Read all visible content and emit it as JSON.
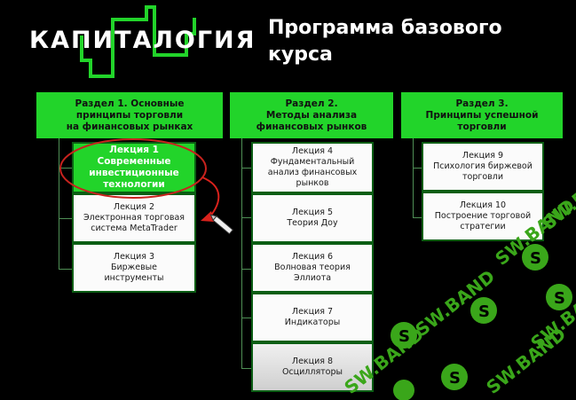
{
  "brand": {
    "logo_text": "КАПИТАЛОГИЯ",
    "accent_color": "#22d42a"
  },
  "header": {
    "title_line1": "Программа базового",
    "title_line2": "курса"
  },
  "sections": [
    {
      "title": "Раздел 1. Основные принципы торговли на финансовых рынках",
      "lectures": [
        {
          "label": "Лекция 1 Современные инвестиционные технологии",
          "highlighted": true
        },
        {
          "label": "Лекция 2 Электронная торговая система MetaTrader"
        },
        {
          "label": "Лекция 3 Биржевые инструменты"
        }
      ]
    },
    {
      "title": "Раздел 2. Методы анализа финансовых рынков",
      "lectures": [
        {
          "label": "Лекция 4 Фундаментальный анализ финансовых рынков"
        },
        {
          "label": "Лекция 5 Теория Доу"
        },
        {
          "label": "Лекция 6 Волновая теория Эллиота"
        },
        {
          "label": "Лекция 7 Индикаторы"
        },
        {
          "label": "Лекция 8 Осцилляторы"
        }
      ]
    },
    {
      "title": "Раздел 3. Принципы успешной торговли",
      "lectures": [
        {
          "label": "Лекция 9 Психология биржевой торговли"
        },
        {
          "label": "Лекция 10 Построение торговой стратегии"
        }
      ]
    }
  ],
  "text": {
    "s1_l1": "Раздел 1. Основные",
    "s1_l2": "принципы торговли",
    "s1_l3": "на финансовых рынках",
    "s2_l1": "Раздел 2.",
    "s2_l2": "Методы анализа",
    "s2_l3": "финансовых рынков",
    "s3_l1": "Раздел 3.",
    "s3_l2": "Принципы успешной",
    "s3_l3": "торговли",
    "lec1": [
      "Лекция 1",
      "Современные",
      "инвестиционные",
      "технологии"
    ],
    "lec2": [
      "Лекция 2",
      "Электронная торговая",
      "система MetaTrader"
    ],
    "lec3": [
      "Лекция 3",
      "Биржевые",
      "инструменты"
    ],
    "lec4": [
      "Лекция 4",
      "Фундаментальный",
      "анализ финансовых",
      "рынков"
    ],
    "lec5": [
      "Лекция 5",
      "Теория Доу"
    ],
    "lec6": [
      "Лекция 6",
      "Волновая теория",
      "Эллиота"
    ],
    "lec7": [
      "Лекция 7",
      "Индикаторы"
    ],
    "lec8": [
      "Лекция 8",
      "Осцилляторы"
    ],
    "lec9": [
      "Лекция 9",
      "Психология биржевой",
      "торговли"
    ],
    "lec10": [
      "Лекция 10",
      "Построение торговой",
      "стратегии"
    ]
  },
  "annotations": {
    "circle_color": "#c8231e",
    "arrow_color": "#d9221c",
    "pen_icon": "pen-icon"
  },
  "watermark": {
    "text": "SW.BAND",
    "color": "#3aa61a"
  }
}
